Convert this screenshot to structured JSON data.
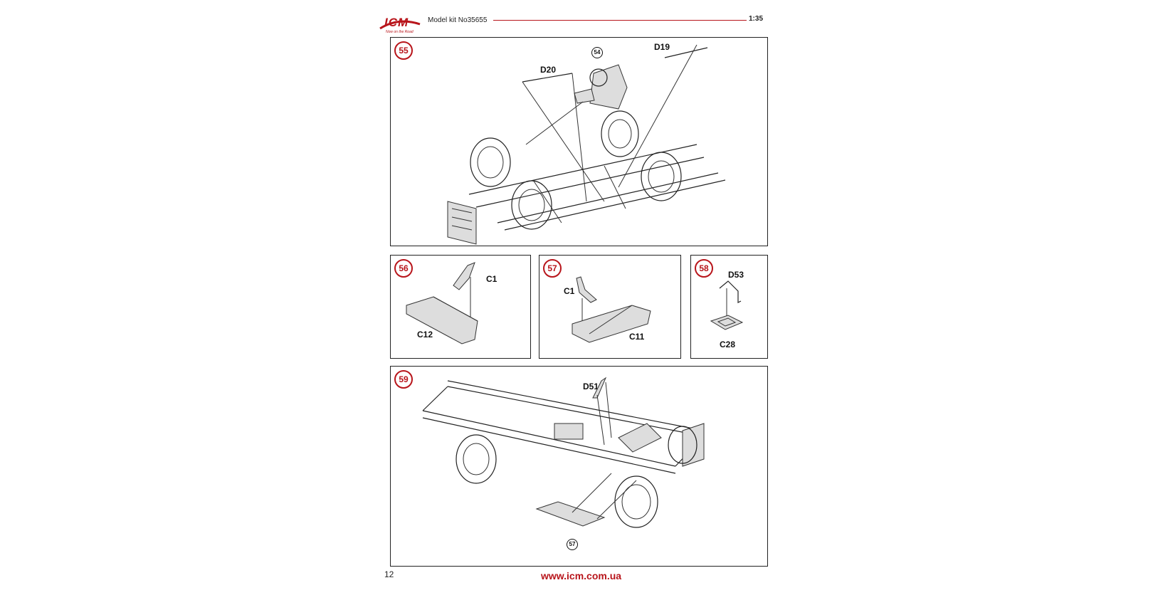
{
  "header": {
    "logo_text": "ICM",
    "logo_slogan": "Now on the Road",
    "title": "Model kit No35655",
    "scale": "1:35"
  },
  "steps": [
    {
      "number": "55",
      "ref": "54",
      "labels": [
        "D20",
        "D19"
      ]
    },
    {
      "number": "56",
      "labels": [
        "C1",
        "C12"
      ]
    },
    {
      "number": "57",
      "labels": [
        "C1",
        "C11"
      ]
    },
    {
      "number": "58",
      "labels": [
        "D53",
        "C28"
      ]
    },
    {
      "number": "59",
      "ref": "57",
      "labels": [
        "D51"
      ]
    }
  ],
  "footer": {
    "page_number": "12",
    "website": "www.icm.com.ua"
  },
  "colors": {
    "accent": "#b8151b",
    "frame": "#222222"
  }
}
